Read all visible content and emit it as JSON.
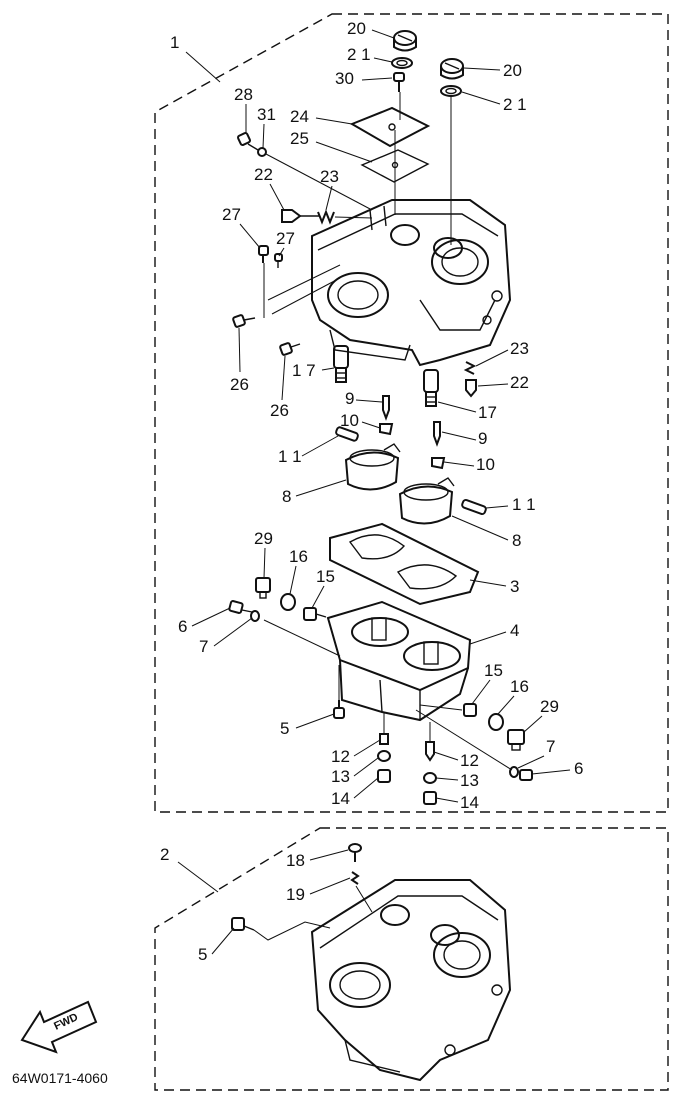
{
  "assembly_labels": {
    "upper": "1",
    "lower": "2"
  },
  "callouts": {
    "p20a": "20",
    "p21a": "2 1",
    "p30": "30",
    "p20b": "20",
    "p21b": "2 1",
    "p28": "28",
    "p31": "31",
    "p24": "24",
    "p25": "25",
    "p22a": "22",
    "p23a": "23",
    "p27a": "27",
    "p27b": "27",
    "p23b": "23",
    "p22b": "22",
    "p26a": "26",
    "p26b": "26",
    "p17a": "1 7",
    "p17b": "17",
    "p9a": "9",
    "p9b": "9",
    "p10a": "10",
    "p10b": "10",
    "p11a": "1 1",
    "p11b": "1 1",
    "p8a": "8",
    "p8b": "8",
    "p3": "3",
    "p4": "4",
    "p29a": "29",
    "p16a": "16",
    "p15a": "15",
    "p6a": "6",
    "p7a": "7",
    "p15b": "15",
    "p16b": "16",
    "p29b": "29",
    "p7b": "7",
    "p6b": "6",
    "p5a": "5",
    "p12a": "12",
    "p13a": "13",
    "p14a": "14",
    "p12b": "12",
    "p13b": "13",
    "p14b": "14",
    "p18": "18",
    "p19": "19",
    "p5b": "5"
  },
  "fwd_label": "FWD",
  "drawing_code": "64W0171-4060"
}
